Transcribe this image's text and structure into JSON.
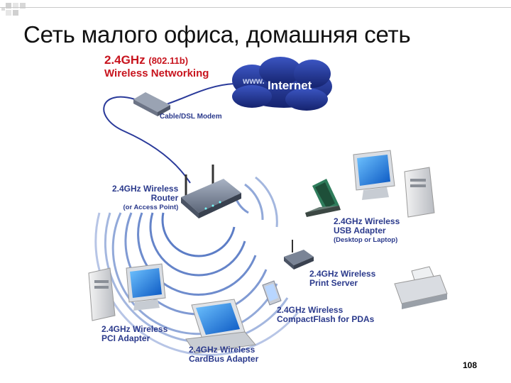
{
  "slide": {
    "title": "Сеть малого офиса, домашняя сеть",
    "page_number": "108"
  },
  "diagram": {
    "heading_line1": "2.4GHz",
    "heading_line1_paren": "(802.11b)",
    "heading_line2": "Wireless Networking",
    "internet_label": "Internet",
    "internet_www": "www.",
    "modem_label": "Cable/DSL Modem",
    "router": {
      "line1": "2.4GHz Wireless",
      "line2": "Router",
      "line3": "(or Access Point)"
    },
    "usb": {
      "line1": "2.4GHz Wireless",
      "line2": "USB Adapter",
      "line3": "(Desktop or Laptop)"
    },
    "print": {
      "line1": "2.4GHz Wireless",
      "line2": "Print Server"
    },
    "cf": {
      "line1": "2.4GHz Wireless",
      "line2": "CompactFlash for PDAs"
    },
    "pci": {
      "line1": "2.4GHz Wireless",
      "line2": "PCI Adapter"
    },
    "cardbus": {
      "line1": "2.4GHz Wireless",
      "line2": "CardBus Adapter"
    }
  },
  "colors": {
    "heading_red": "#c8141e",
    "label_blue": "#2b3a8c",
    "cloud_blue": "#1c2f8f",
    "wave_blue": "#4a6fc0",
    "cable_blue": "#2a3a9a"
  }
}
